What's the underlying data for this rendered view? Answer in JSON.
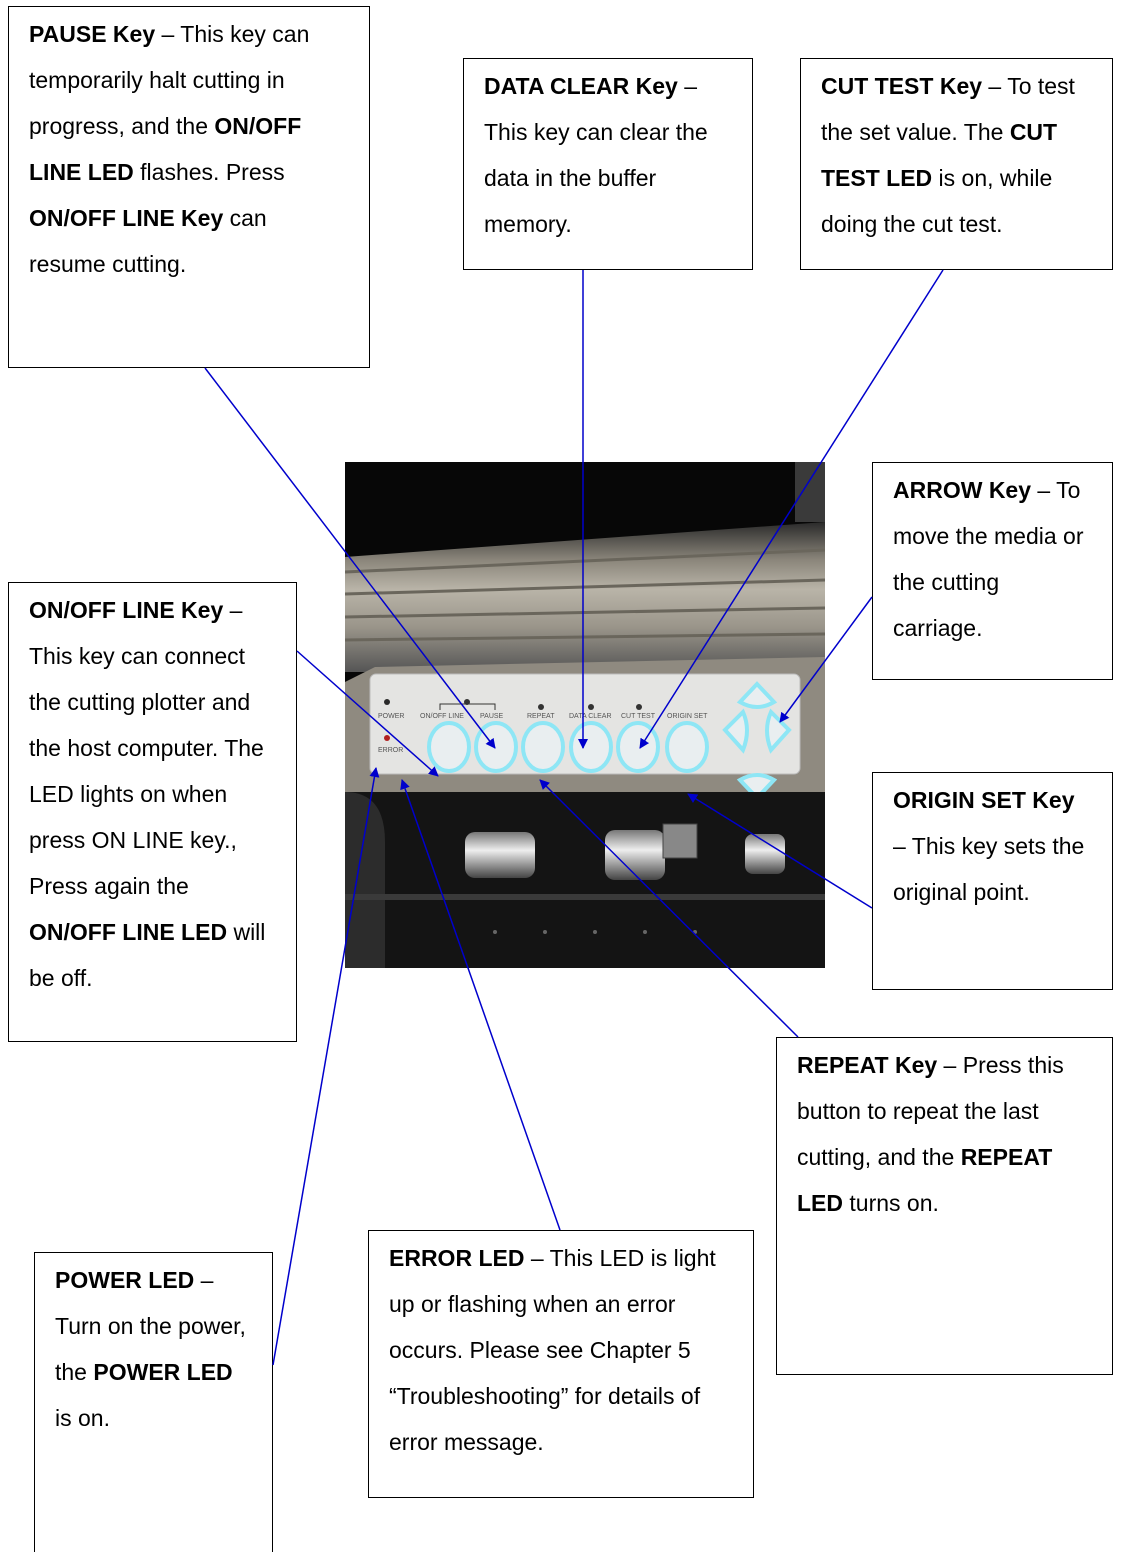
{
  "callouts": {
    "pause": [
      "PAUSE Key",
      " – This key can temporarily halt cutting in progress, and the ",
      "ON/OFF LINE LED",
      " flashes. Press ",
      "ON/OFF LINE Key",
      " can resume cutting."
    ],
    "data_clear": [
      "DATA CLEAR Key",
      " – This key can clear the data in the buffer memory."
    ],
    "cut_test": [
      "CUT TEST Key",
      " – To test the set value. The ",
      "CUT TEST LED",
      " is on, while doing the cut test."
    ],
    "arrow": [
      "ARROW Key",
      " – To move the media or the cutting carriage."
    ],
    "on_off_line": [
      "ON/OFF LINE Key",
      " – This key can connect the cutting plotter and the host computer. The LED lights on when press ON LINE key., Press again the ",
      "ON/OFF LINE LED",
      " will be off."
    ],
    "origin_set": [
      "ORIGIN SET Key",
      " – This key sets the original point."
    ],
    "repeat": [
      "REPEAT Key",
      " – Press this button to repeat the last cutting, and the ",
      "REPEAT LED",
      " turns on."
    ],
    "power_led": [
      "POWER LED",
      " – Turn on the power, the ",
      "POWER LED",
      " is on."
    ],
    "error_led": [
      "ERROR LED",
      " – This LED is light up or flashing when an error occurs. Please see Chapter 5 “Troubleshooting” for details of error message."
    ]
  },
  "panel_labels": {
    "power": "POWER",
    "error": "ERROR",
    "on_off_line": "ON/OFF LINE",
    "pause": "PAUSE",
    "repeat": "REPEAT",
    "data_clear": "DATA CLEAR",
    "cut_test": "CUT TEST",
    "origin_set": "ORIGIN SET"
  },
  "colors": {
    "leader_line": "#0000cc",
    "button_ring": "#8ee6f5",
    "panel": "#e4e4e2",
    "power_led": "#2a2a2a",
    "error_led": "#b02020"
  }
}
